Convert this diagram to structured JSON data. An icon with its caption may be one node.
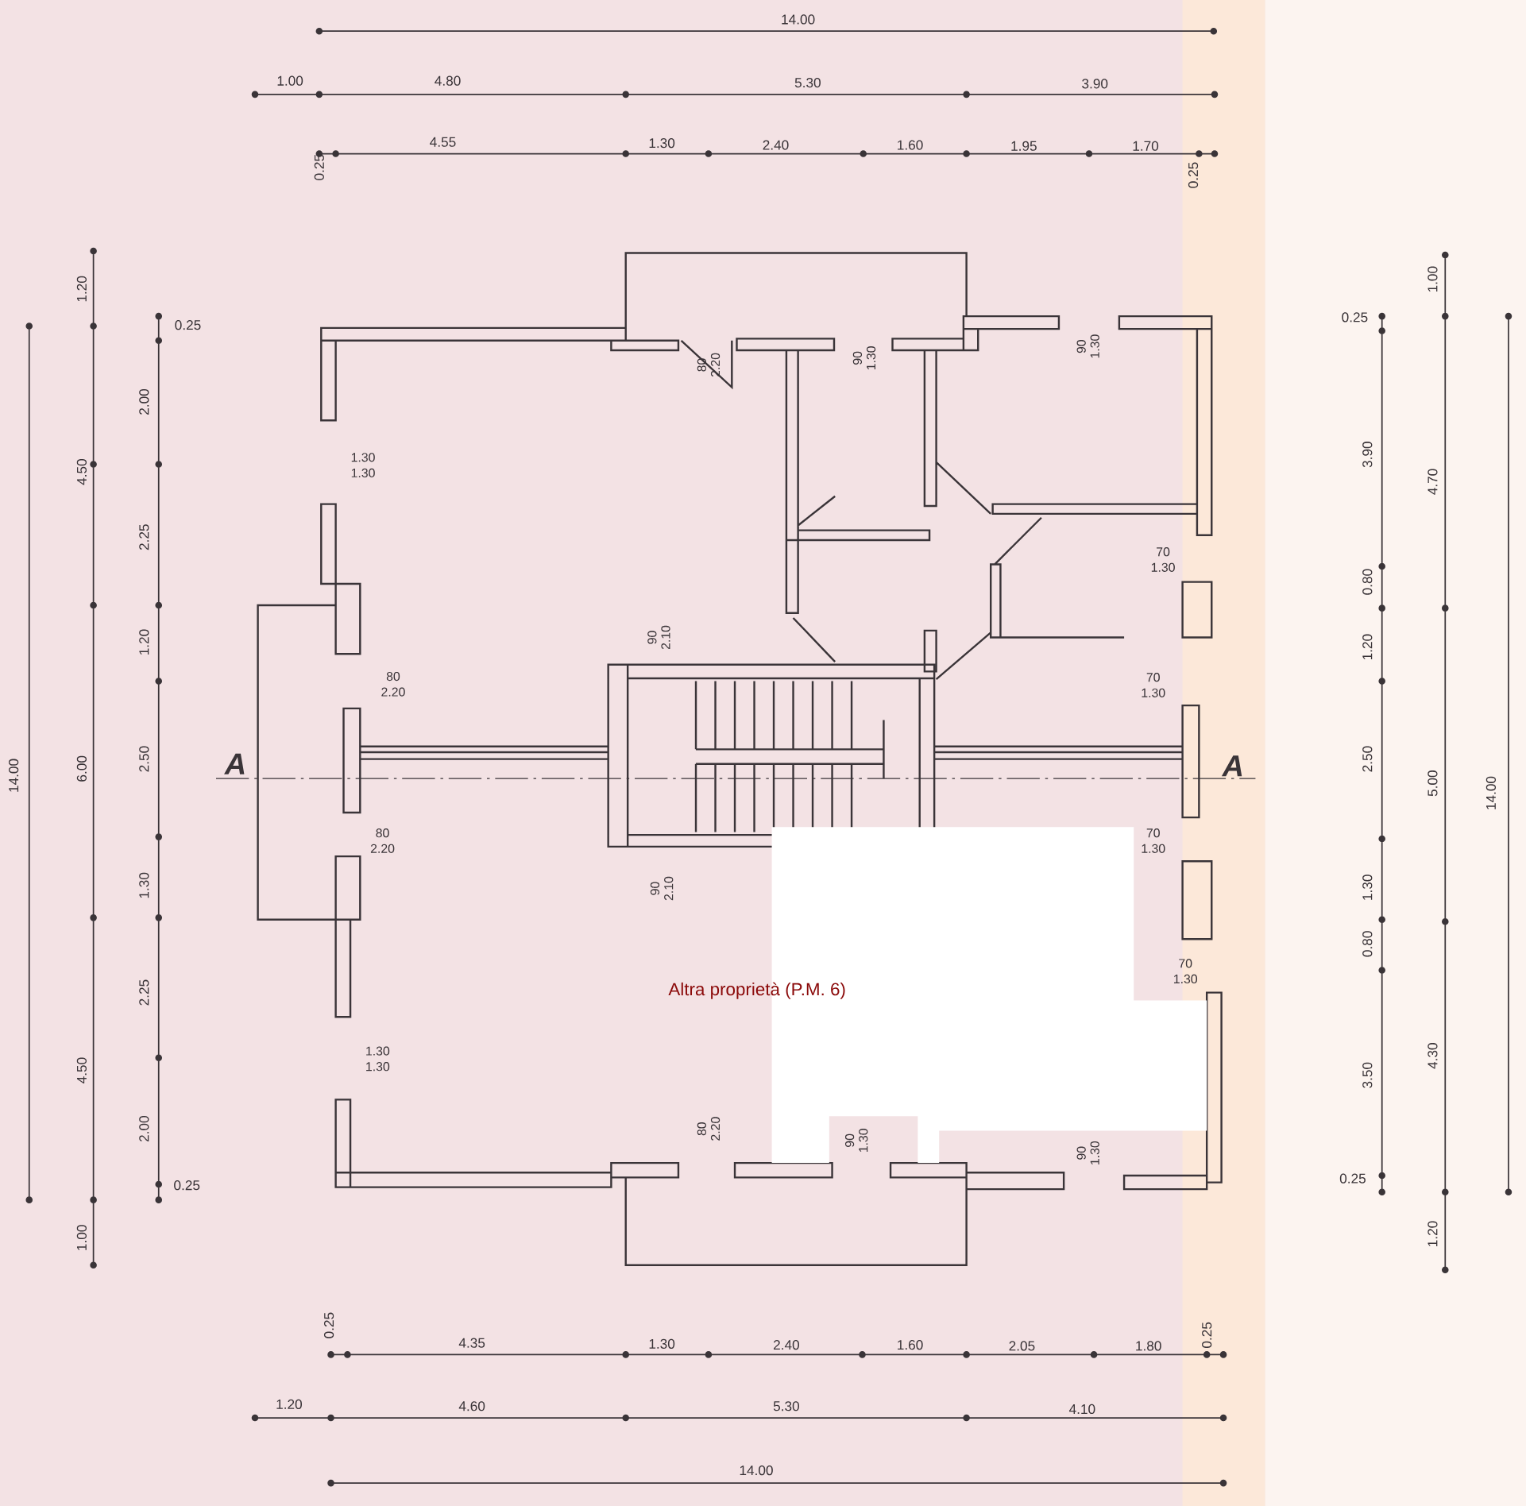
{
  "diagram": {
    "labels": [
      "14.00",
      "1.00",
      "4.80",
      "5.30",
      "3.90",
      "4.55",
      "1.30",
      "2.40",
      "1.60",
      "1.95",
      "1.70",
      "0.25",
      "0.25",
      "1.20",
      "4.50",
      "6.00",
      "4.50",
      "1.00",
      "14.00",
      "0.25",
      "2.00",
      "2.25",
      "1.20",
      "2.50",
      "1.30",
      "2.25",
      "2.00",
      "0.25",
      "0.25",
      "3.90",
      "0.80",
      "1.20",
      "2.50",
      "1.30",
      "0.80",
      "3.50",
      "0.25",
      "1.00",
      "4.70",
      "5.00",
      "4.30",
      "1.20",
      "14.00",
      "0.25",
      "4.35",
      "1.30",
      "2.40",
      "1.60",
      "2.05",
      "1.80",
      "0.25",
      "1.20",
      "4.60",
      "5.30",
      "4.10",
      "14.00",
      "80",
      "2.20",
      "90",
      "1.30",
      "90",
      "1.30",
      "1.30",
      "1.30",
      "70",
      "1.30",
      "90",
      "2.10",
      "80",
      "2.20",
      "70",
      "1.30",
      "80",
      "2.20",
      "70",
      "1.30",
      "90",
      "2.10",
      "70",
      "1.30",
      "1.30",
      "1.30",
      "80",
      "2.20",
      "90",
      "1.30",
      "90",
      "1.30",
      "A",
      "A",
      "Altra proprietà (P.M. 6)"
    ]
  }
}
